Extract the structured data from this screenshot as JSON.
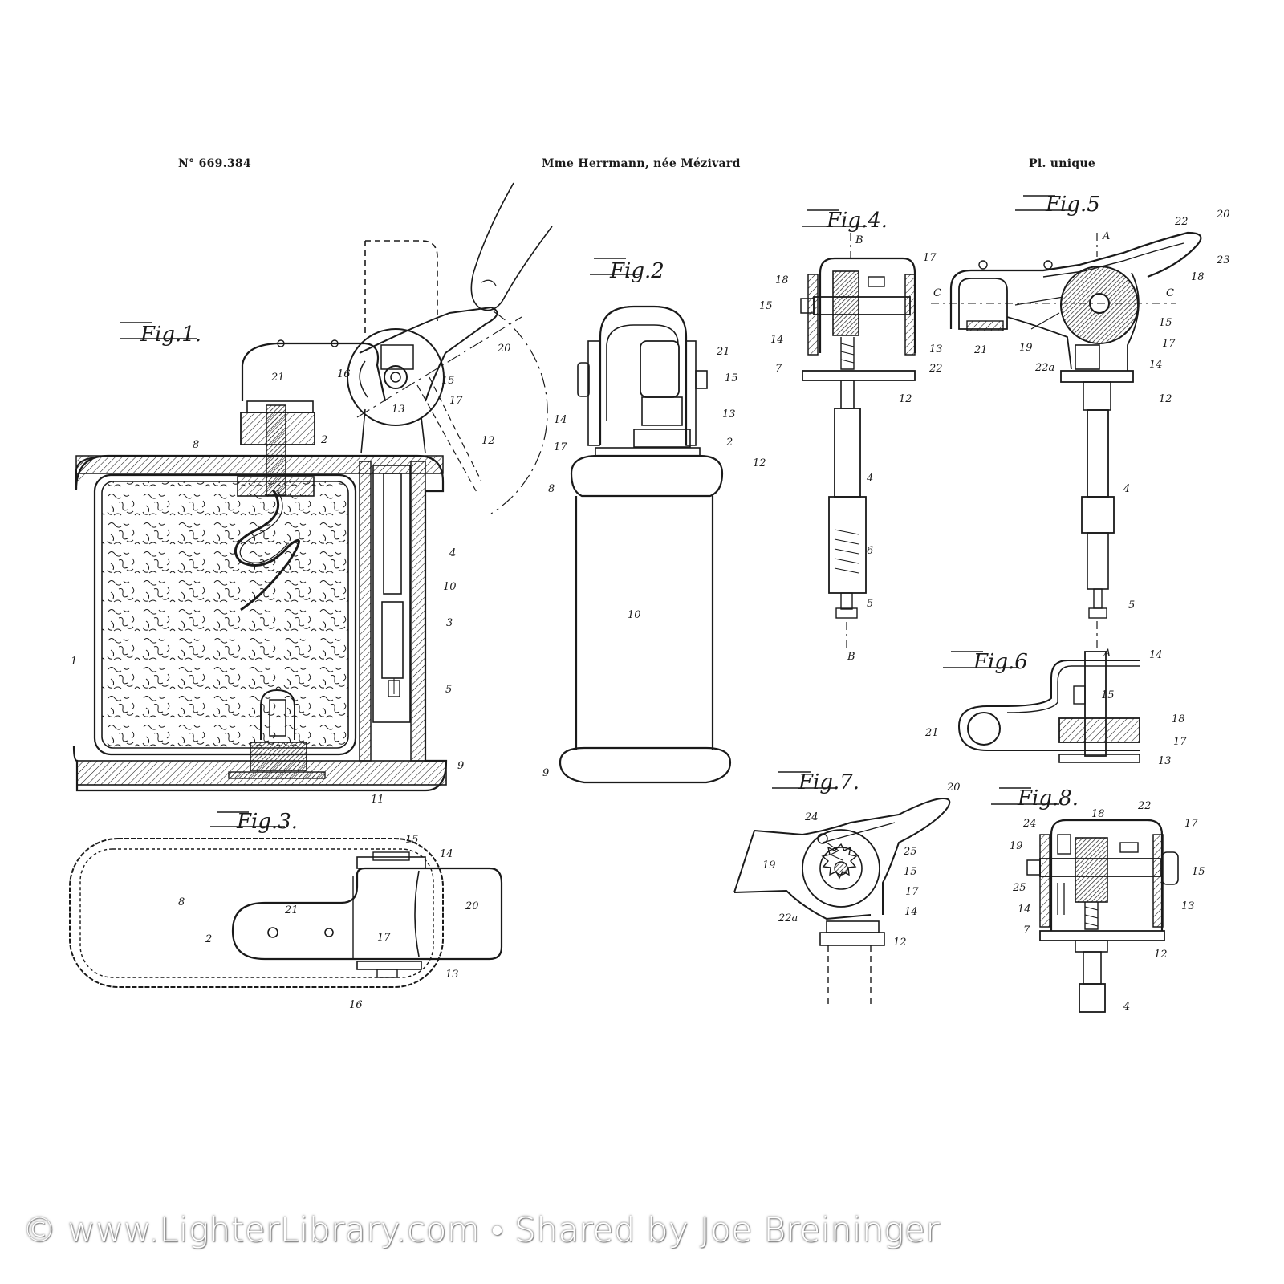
{
  "header": {
    "patent_number": "N° 669.384",
    "inventor": "Mme Herrmann, née Mézivard",
    "plate": "Pl. unique"
  },
  "figures": {
    "fig1": "Fig.1.",
    "fig2": "Fig.2",
    "fig3": "Fig.3.",
    "fig4": "Fig.4.",
    "fig5": "Fig.5",
    "fig6": "Fig.6",
    "fig7": "Fig.7.",
    "fig8": "Fig.8."
  },
  "labels": {
    "fig1": [
      "21",
      "16",
      "15",
      "13",
      "17",
      "20",
      "2",
      "12",
      "8",
      "4",
      "10",
      "3",
      "5",
      "1",
      "9",
      "11"
    ],
    "fig2": [
      "21",
      "15",
      "14",
      "17",
      "13",
      "2",
      "12",
      "8",
      "10",
      "9"
    ],
    "fig3": [
      "15",
      "14",
      "8",
      "21",
      "20",
      "2",
      "17",
      "13",
      "16"
    ],
    "fig4": [
      "B",
      "17",
      "18",
      "15",
      "14",
      "7",
      "22",
      "13",
      "12",
      "4",
      "6",
      "5",
      "B"
    ],
    "fig5": [
      "A",
      "22",
      "20",
      "23",
      "18",
      "C",
      "C",
      "21",
      "19",
      "15",
      "22a",
      "17",
      "14",
      "12",
      "4",
      "5",
      "A"
    ],
    "fig6": [
      "14",
      "15",
      "21",
      "18",
      "17",
      "13"
    ],
    "fig7": [
      "20",
      "24",
      "25",
      "19",
      "15",
      "17",
      "22a",
      "14",
      "12"
    ],
    "fig8": [
      "18",
      "22",
      "24",
      "17",
      "19",
      "15",
      "25",
      "14",
      "13",
      "7",
      "12",
      "4"
    ]
  },
  "watermark": "© www.LighterLibrary.com • Shared by Joe Breininger",
  "colors": {
    "ink": "#1a1a1a",
    "paper": "#ffffff"
  }
}
